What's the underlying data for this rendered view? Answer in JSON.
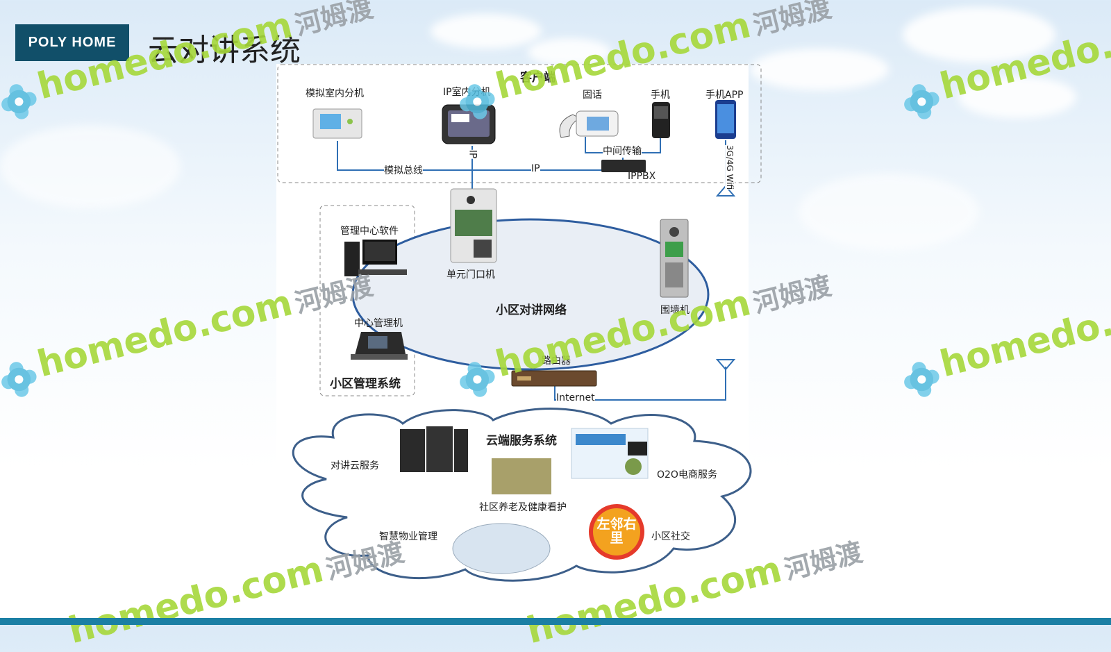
{
  "header": {
    "logo": "POLY HOME",
    "title": "云对讲系统"
  },
  "client_side": {
    "title": "客户端",
    "devices": {
      "analog_indoor": "模拟室内分机",
      "ip_indoor": "IP室内分机",
      "landline": "固话",
      "mobile": "手机",
      "mobile_app": "手机APP"
    },
    "links": {
      "analog_bus": "模拟总线",
      "ip": "IP",
      "ip_vertical": "IP",
      "mid_transmission": "中间传输",
      "ippbx": "IPPBX",
      "wireless": "3G/4G Wifi"
    }
  },
  "intercom_network": {
    "title": "小区对讲网络",
    "unit_door": "单元门口机",
    "wall_unit": "围墙机",
    "router": "路由器",
    "internet": "Internet"
  },
  "management": {
    "title": "小区管理系统",
    "software": "管理中心软件",
    "center_unit": "中心管理机"
  },
  "cloud": {
    "title": "云端服务系统",
    "services": {
      "intercom_cloud": "对讲云服务",
      "o2o": "O2O电商服务",
      "elderly_care": "社区养老及健康看护",
      "smart_property": "智慧物业管理",
      "social": "小区社交"
    },
    "social_logo": "左邻右里"
  },
  "watermark": {
    "site": "homedo.com",
    "name": "河姆渡"
  }
}
